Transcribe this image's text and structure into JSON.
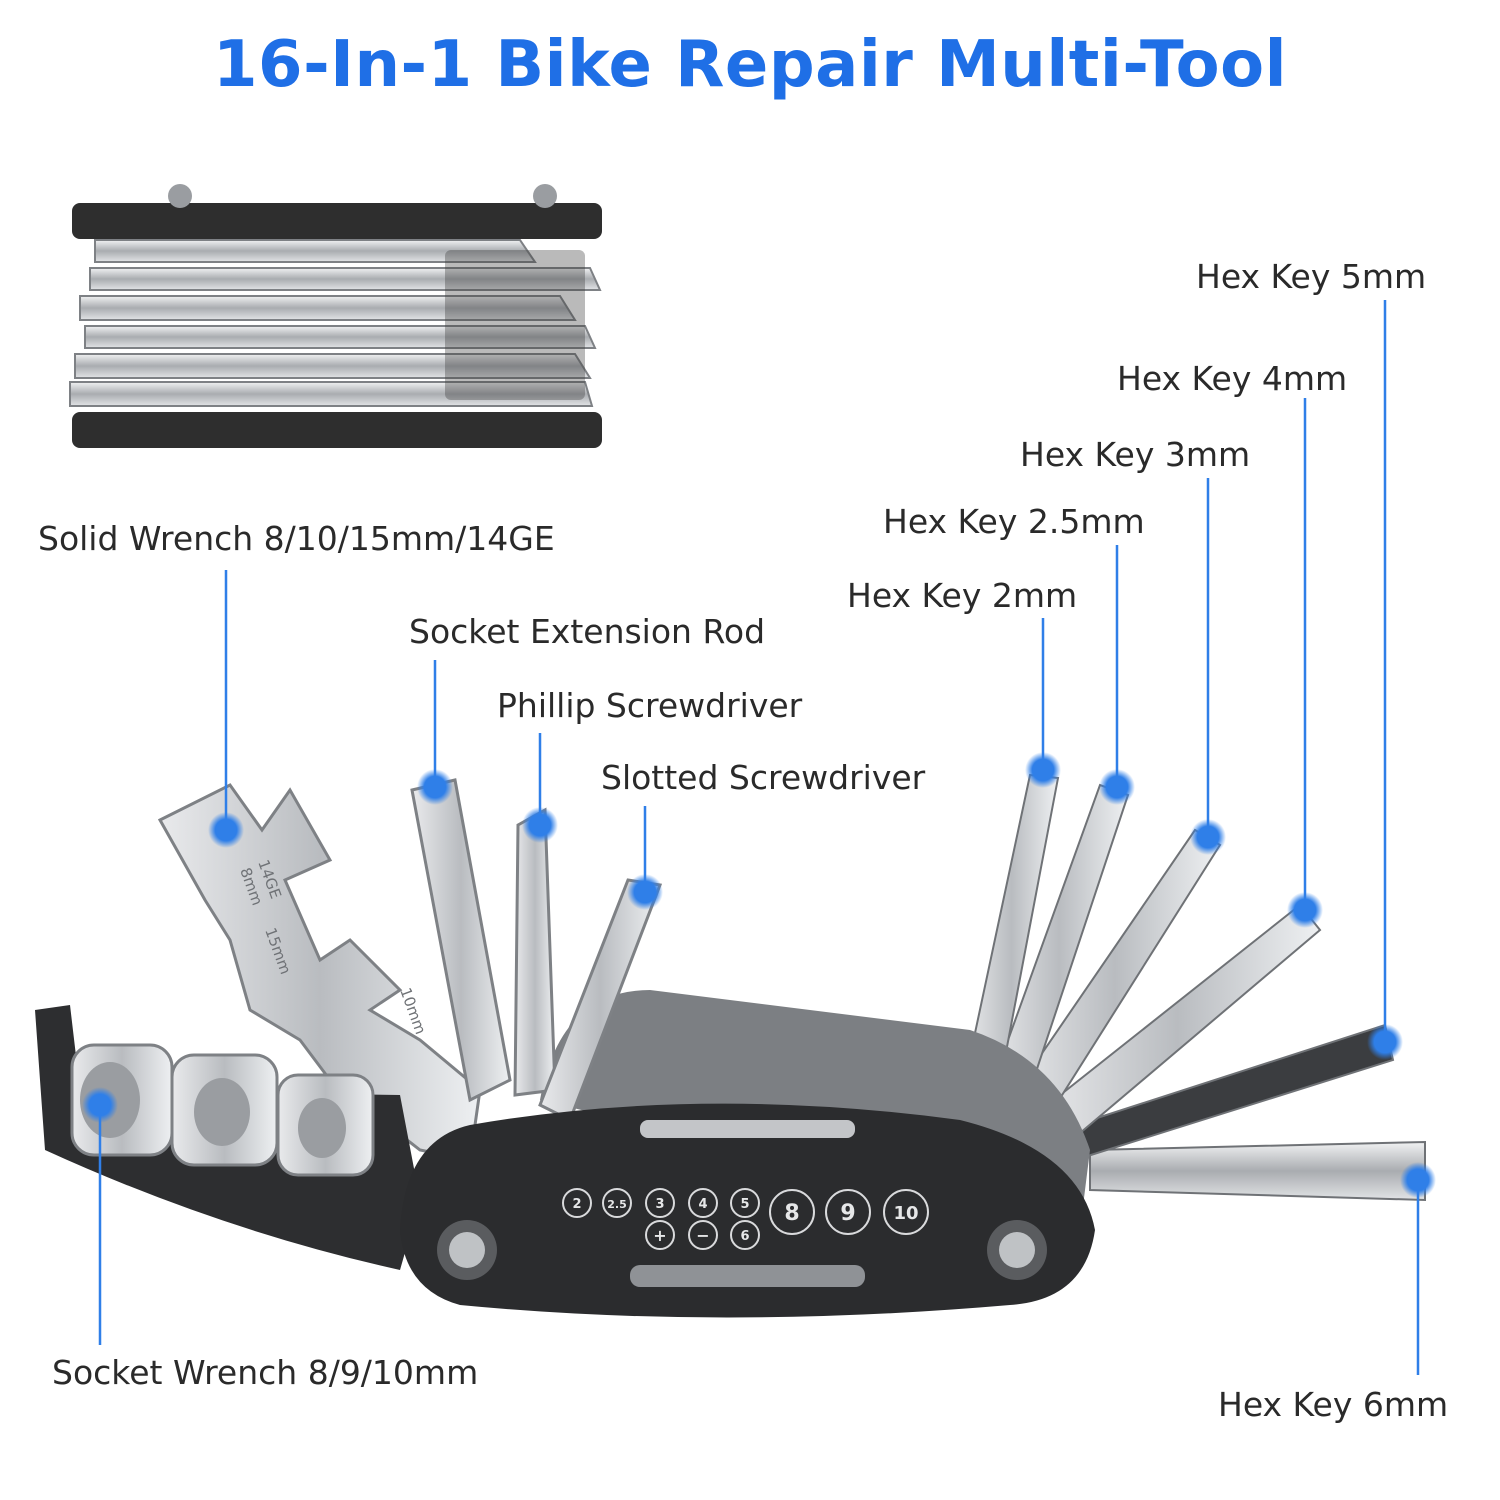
{
  "title": "16-In-1 Bike Repair Multi-Tool",
  "accent_color": "#1f6fe6",
  "callout_color": "#2f7fe8",
  "tool_colors": {
    "body": "#2c2c2c",
    "steel": "#c8cacd",
    "steel_dark": "#8d9094"
  },
  "labels": {
    "hex_5": "Hex Key 5mm",
    "hex_4": "Hex Key 4mm",
    "hex_3": "Hex Key 3mm",
    "hex_25": "Hex Key 2.5mm",
    "hex_2": "Hex Key 2mm",
    "hex_6": "Hex Key 6mm",
    "solid_wrench": "Solid Wrench 8/10/15mm/14GE",
    "extension_rod": "Socket Extension Rod",
    "phillip": "Phillip Screwdriver",
    "slotted": "Slotted Screwdriver",
    "socket_wrench": "Socket Wrench 8/9/10mm"
  },
  "body_markings": {
    "row1": [
      "2",
      "2.5",
      "3",
      "4",
      "5",
      "8",
      "9",
      "10"
    ],
    "row2": [
      "+",
      "−",
      "6"
    ]
  },
  "wrench_engravings": [
    "8mm",
    "14GE",
    "15mm",
    "10mm"
  ]
}
